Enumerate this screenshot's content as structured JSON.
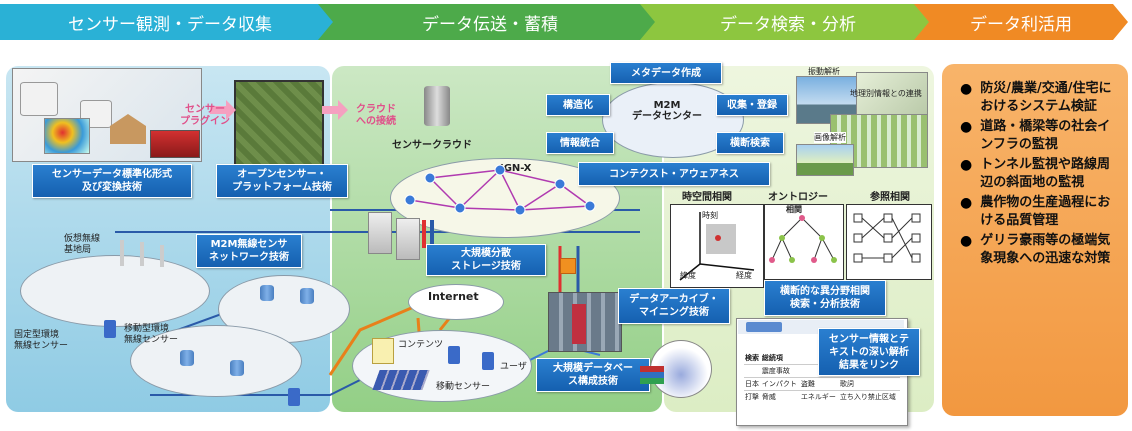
{
  "header": {
    "stages": [
      "センサー観測・データ収集",
      "データ伝送・蓄積",
      "データ検索・分析",
      "データ利活用"
    ],
    "colors": {
      "stage1": "#2ab1d6",
      "stage2": "#4daa4a",
      "stage3": "#8dc63f",
      "stage4": "#f08a24"
    }
  },
  "left": {
    "sensor_plugin": "センサー\nプラグイン",
    "cloud_connect": "クラウド\nへの接続",
    "box_standardization": "センサーデータ標準化形式\n及び変換技術",
    "box_open_sensor": "オープンセンサー・\nプラットフォーム技術",
    "box_m2m_wireless": "M2M無線センサ\nネットワーク技術",
    "virtual_base": "仮想無線\n基地局",
    "mobile_env": "移動型環境\n無線センサー",
    "fixed_env": "固定型環境\n無線センサー"
  },
  "middle": {
    "sensor_cloud": "センサークラウド",
    "jgnx": "JGN-X",
    "internet": "Internet",
    "contents": "コンテンツ",
    "user": "ユーザ",
    "mobile_sensor": "移動センサー",
    "box_storage": "大規模分散\nストレージ技術",
    "box_archive": "データアーカイブ・\nマイニング技術",
    "box_database": "大規模データベー\nス構成技術"
  },
  "center": {
    "metadata": "メタデータ作成",
    "structure": "構造化",
    "m2m_center": "M2M\nデータセンター",
    "collect": "収集・登録",
    "integrate": "情報統合",
    "horizontal_search": "横断検索",
    "context": "コンテクスト・アウェアネス"
  },
  "analysis": {
    "vibration": "振動解析",
    "map_link": "地理別情報との連携",
    "image": "画像解析",
    "spatiotemporal": "時空間相関",
    "time": "時刻",
    "lat": "緯度",
    "lon": "経度",
    "ontology": "オントロジー",
    "correlation": "相関",
    "reference": "参照相関",
    "box_cross_field": "横断的な異分野相関\n検索・分析技術",
    "box_deep": "センサー情報とテ\nキストの深い解析\n結果をリンク"
  },
  "table": {
    "rows": [
      [
        "検索",
        "総続項"
      ],
      [
        "",
        "震度事故"
      ],
      [
        "日本",
        "インパクト",
        "盗難",
        "歌詞"
      ],
      [
        "打撃",
        "脅威",
        "エネルギー",
        "立ち入り禁止区域"
      ]
    ]
  },
  "utilization": {
    "items": [
      "防災/農業/交通/住宅におけるシステム検証",
      "道路・橋梁等の社会インフラの監視",
      "トンネル監視や路線周辺の斜面地の監視",
      "農作物の生産過程における品質管理",
      "ゲリラ豪雨等の極端気象現象への迅速な対策"
    ]
  }
}
